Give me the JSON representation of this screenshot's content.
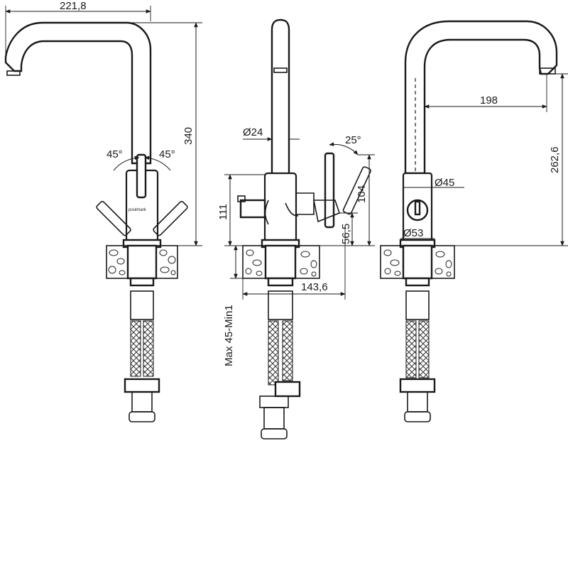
{
  "brand": "poulmark",
  "dimensions": {
    "spout_reach_left": "221,8",
    "total_height": "340",
    "lever_angle_left": "45°",
    "lever_angle_right": "45°",
    "pipe_diameter": "Ø24",
    "side_lever_angle": "25°",
    "body_height": "111",
    "side_lever_height": "104",
    "side_lever_axis": "56,5",
    "side_lever_reach": "143,6",
    "mount_thickness": "Max 45-Min1",
    "spout_reach_right": "198",
    "spout_height": "262,6",
    "body_diameter": "Ø45",
    "base_diameter": "Ø53"
  }
}
